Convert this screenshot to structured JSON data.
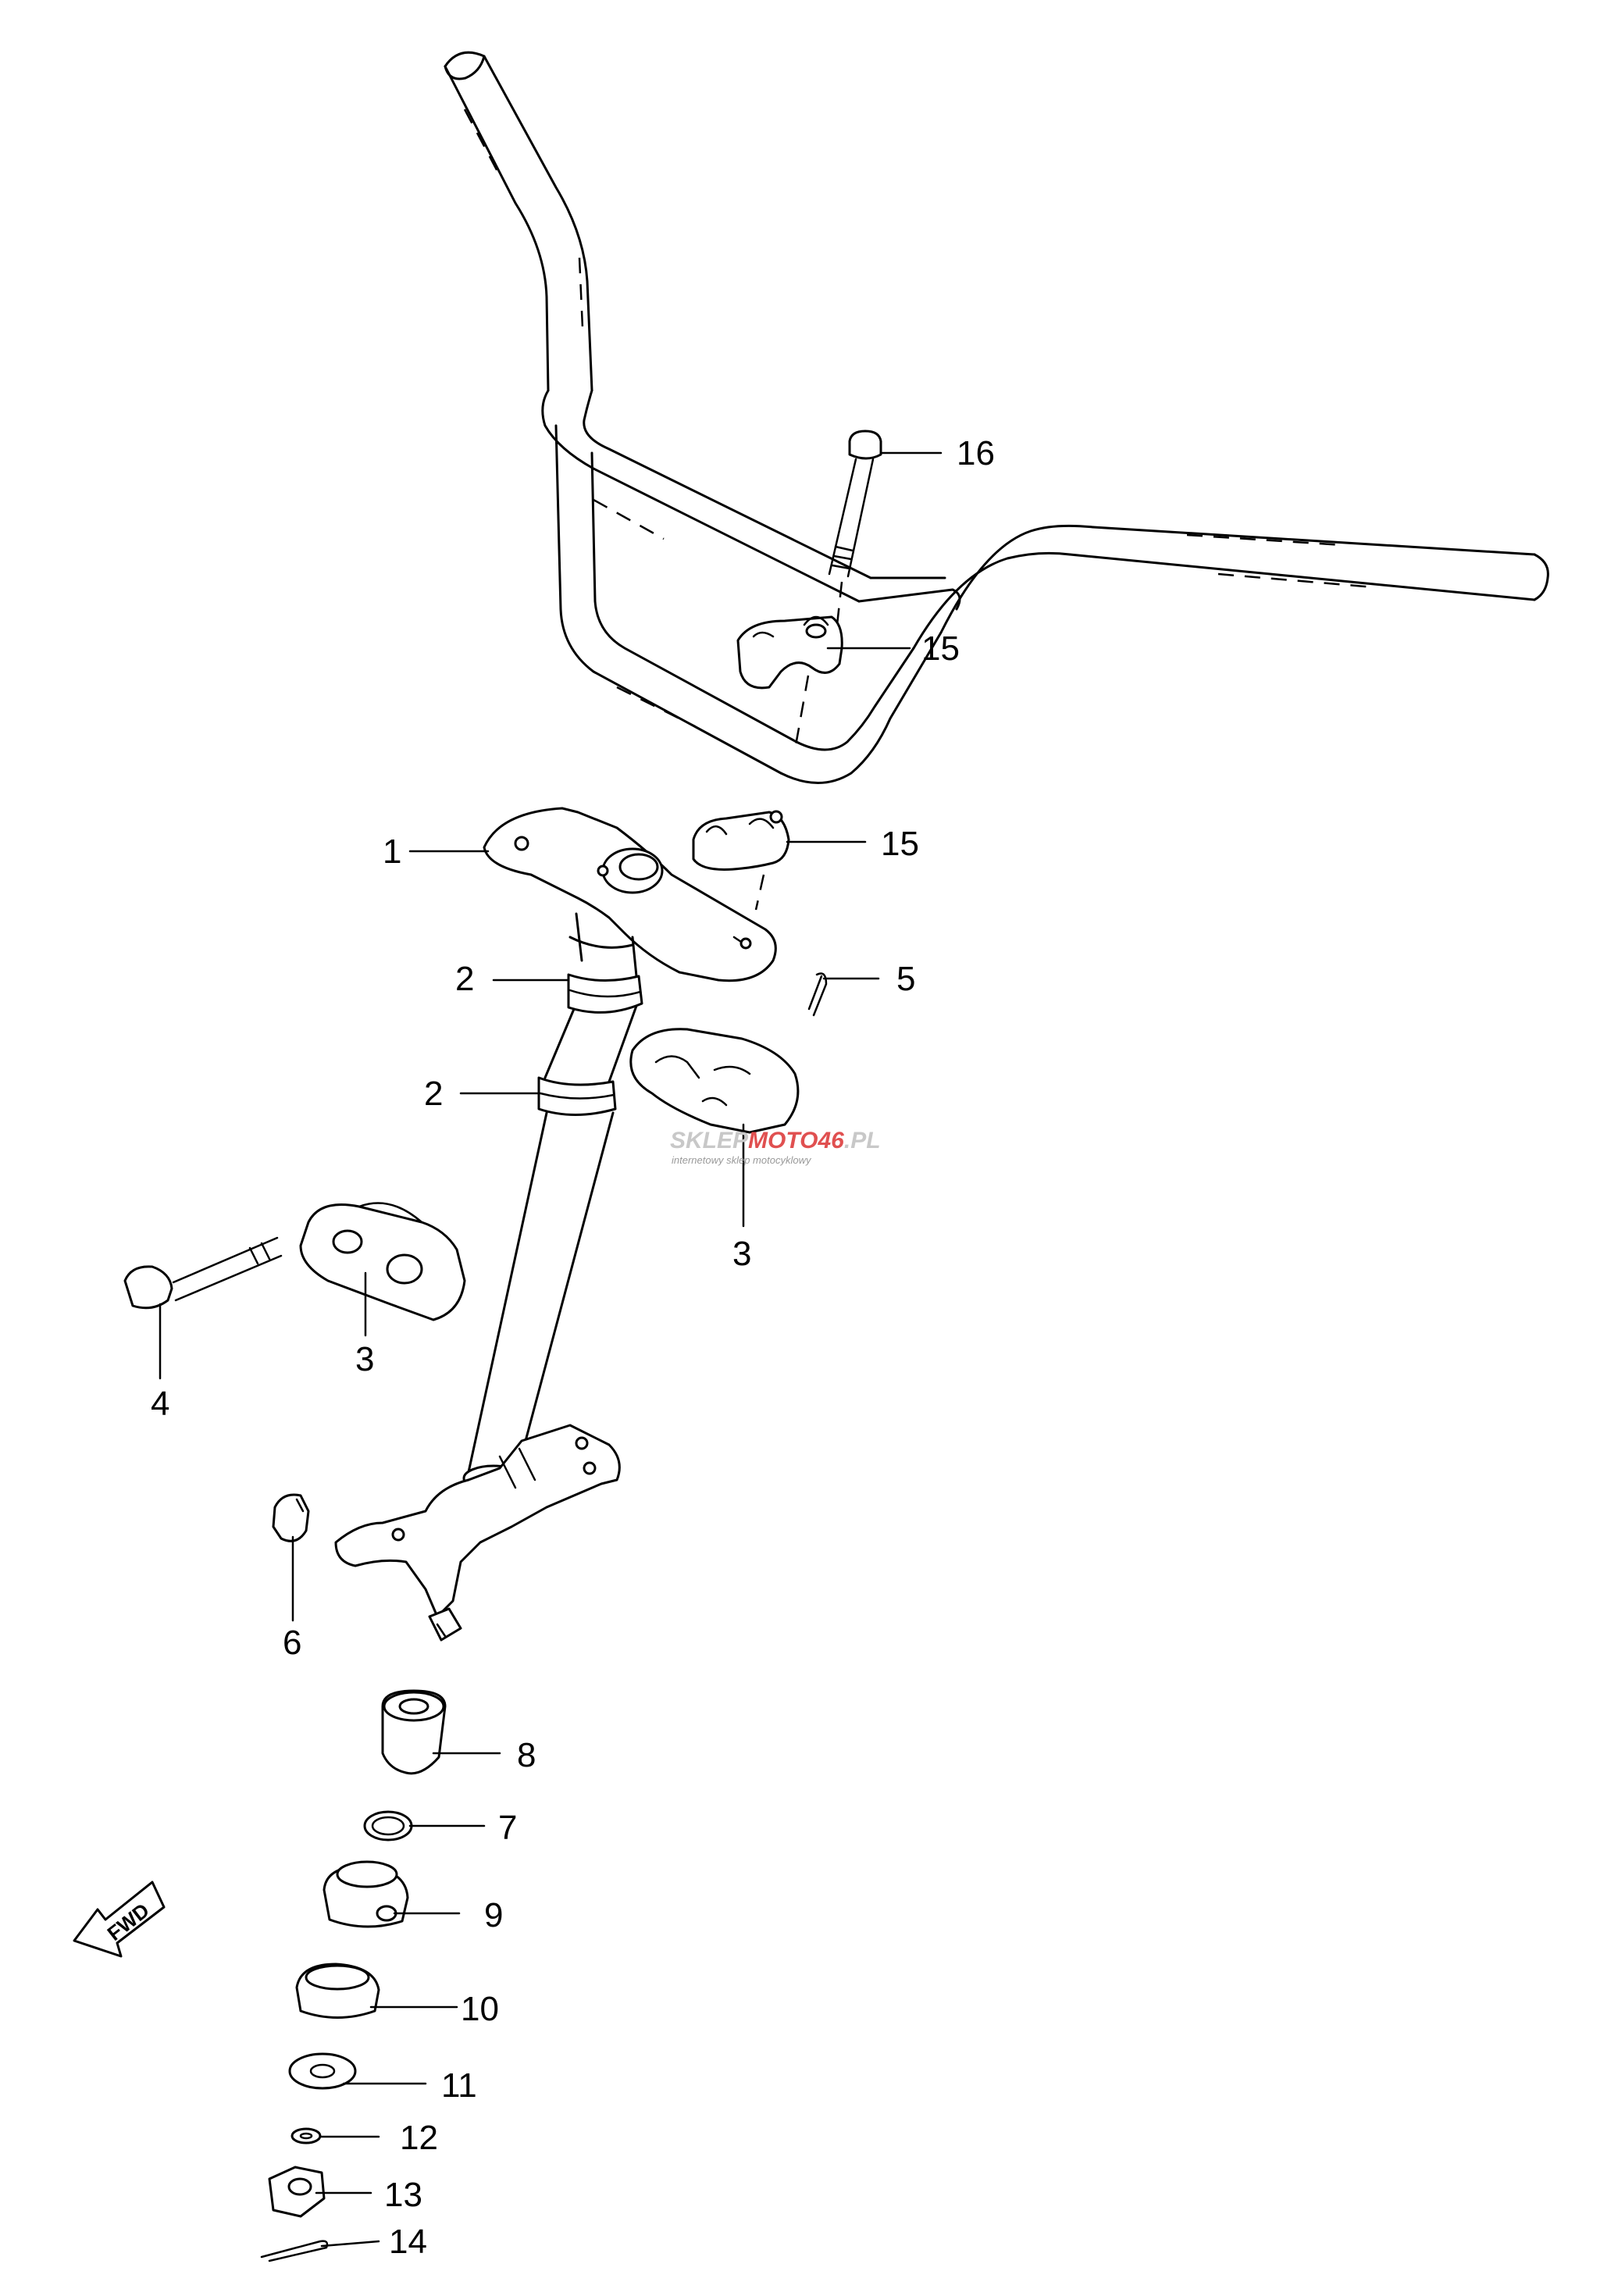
{
  "callouts": {
    "c1": "1",
    "c2a": "2",
    "c2b": "2",
    "c3a": "3",
    "c3b": "3",
    "c4": "4",
    "c5": "5",
    "c6": "6",
    "c7": "7",
    "c8": "8",
    "c9": "9",
    "c10": "10",
    "c11": "11",
    "c12": "12",
    "c13": "13",
    "c14": "14",
    "c15a": "15",
    "c15b": "15",
    "c16": "16"
  },
  "fwd_label": "FWD",
  "watermark": {
    "name_part1": "SKLEP",
    "name_part2": "MOTO",
    "name_part3": "46",
    "name_part4": ".PL",
    "tagline": "internetowy sklep motocyklowy"
  },
  "colors": {
    "line": "#000000",
    "background": "#ffffff",
    "watermark_gray": "#c8c8c8",
    "watermark_red": "#e05050"
  }
}
